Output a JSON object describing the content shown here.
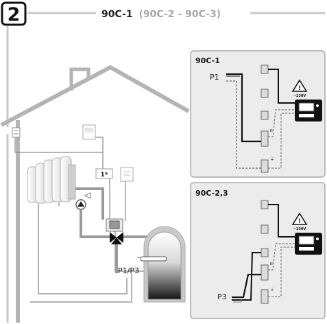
{
  "header": {
    "step_number": "2",
    "title_main": "90C-1",
    "title_variants": "(90C-2 - 90C-3)"
  },
  "house": {
    "label_p1p3": "P1/P3",
    "thermostat_label": "1*"
  },
  "panel_top": {
    "title": "90C-1",
    "probe_label": "P1",
    "warning_voltage": "~230V",
    "terminal_n": "N",
    "terminal_earth": "⏚"
  },
  "panel_bottom": {
    "title": "90C-2,3",
    "probe_label": "P3",
    "warning_voltage": "~230V",
    "terminal_n": "N",
    "terminal_earth": "⏚"
  },
  "colors": {
    "frame": "#c8c8c8",
    "pipe": "#9a9a9a",
    "wire": "#111111",
    "panel_bg": "#ececec"
  }
}
